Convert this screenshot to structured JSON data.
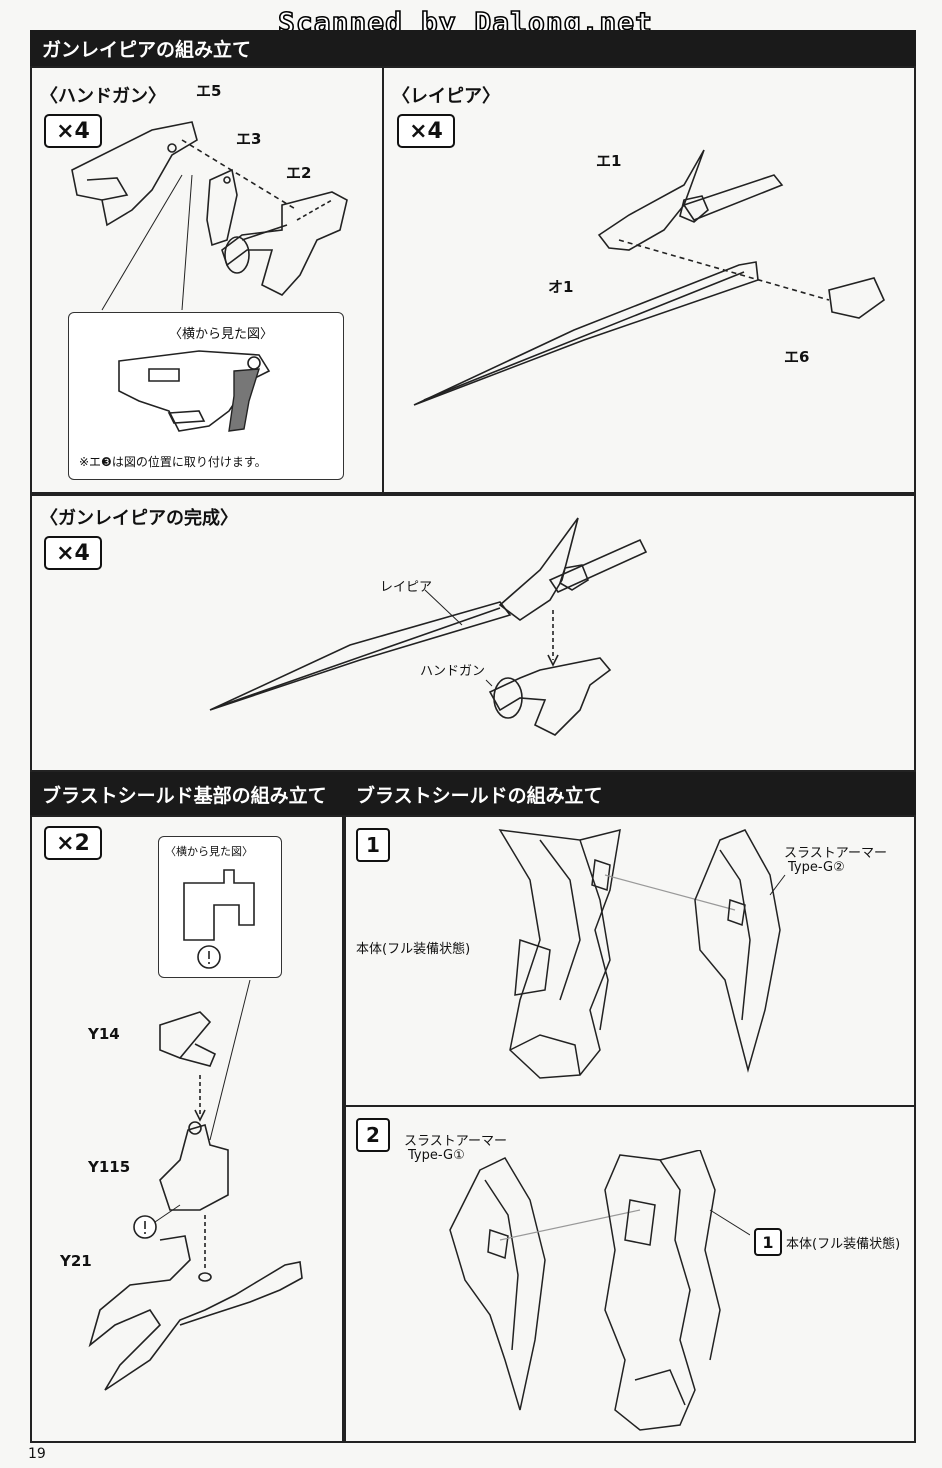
{
  "watermark": "Scanned by Dalong.net",
  "section_gunrapier_assembly": {
    "header": "ガンレイピアの組み立て",
    "handgun": {
      "title": "〈ハンドガン〉",
      "qty": "×4",
      "parts": [
        "エ5",
        "エ3",
        "エ2"
      ],
      "inset_title": "〈横から見た図〉",
      "inset_note": "※エ❸は図の位置に取り付けます。"
    },
    "rapier": {
      "title": "〈レイピア〉",
      "qty": "×4",
      "parts": [
        "エ1",
        "オ1",
        "エ6"
      ]
    }
  },
  "section_gunrapier_complete": {
    "title": "〈ガンレイピアの完成〉",
    "qty": "×4",
    "label_rapier": "レイピア",
    "label_handgun": "ハンドガン"
  },
  "section_shield_base": {
    "header": "ブラストシールド基部の組み立て",
    "qty": "×2",
    "inset_title": "〈横から見た図〉",
    "parts": [
      "Y14",
      "Y115",
      "Y21"
    ]
  },
  "section_shield": {
    "header": "ブラストシールドの組み立て",
    "step1": {
      "number": "1",
      "label_body": "本体(フル装備状態)",
      "label_armor_line1": "スラストアーマー",
      "label_armor_line2": "Type-G②"
    },
    "step2": {
      "number": "2",
      "label_armor_line1": "スラストアーマー",
      "label_armor_line2": "Type-G①",
      "ref_step": "1",
      "label_body": "本体(フル装備状態)"
    }
  },
  "page_number": "19"
}
